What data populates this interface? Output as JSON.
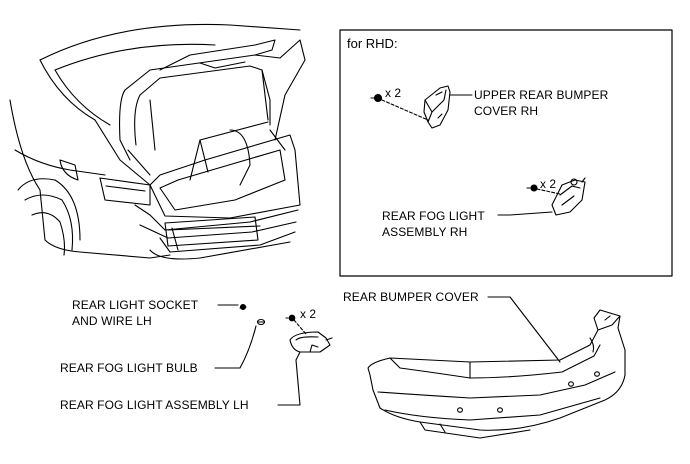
{
  "rhd_box": {
    "title": "for RHD:"
  },
  "quantities": {
    "upper_bumper_clip": "x 2",
    "fog_rh_screw": "x 2",
    "fog_lh_screw": "x 2"
  },
  "labels": {
    "upper_rear_bumper_cover_rh_line1": "UPPER REAR BUMPER",
    "upper_rear_bumper_cover_rh_line2": "COVER RH",
    "rear_fog_light_assembly_rh_line1": "REAR FOG LIGHT",
    "rear_fog_light_assembly_rh_line2": "ASSEMBLY RH",
    "rear_light_socket_line1": "REAR LIGHT SOCKET",
    "rear_light_socket_line2": "AND WIRE LH",
    "rear_fog_light_bulb": "REAR FOG LIGHT BULB",
    "rear_fog_light_assembly_lh": "REAR FOG LIGHT ASSEMBLY LH",
    "rear_bumper_cover": "REAR BUMPER COVER"
  }
}
